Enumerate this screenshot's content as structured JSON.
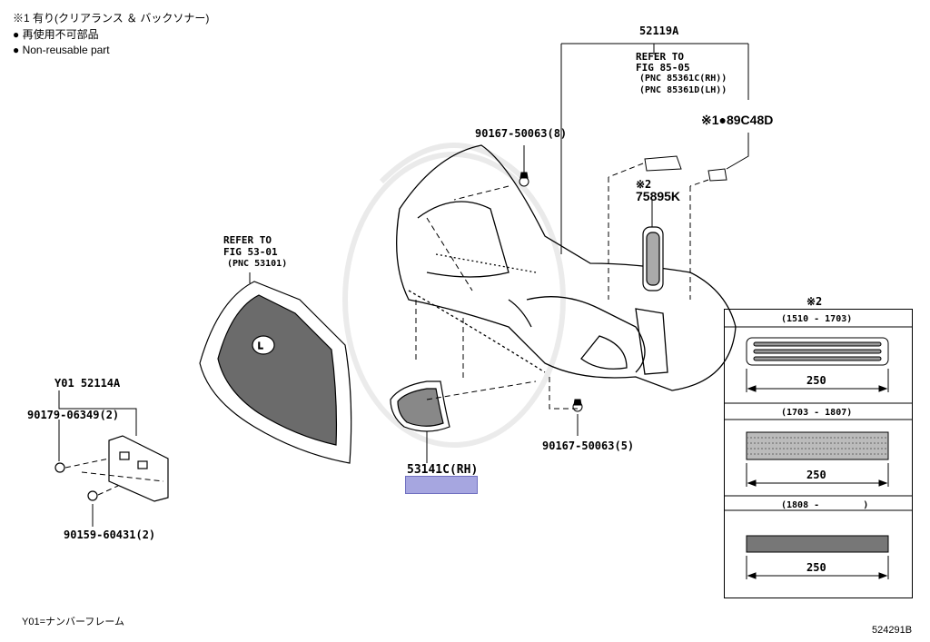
{
  "legend": {
    "note1": "※1 有り(クリアランス ＆ バックソナー)",
    "note2": "● 再使用不可部品",
    "note3": "● Non-reusable part"
  },
  "parts": {
    "p52119a": "52119A",
    "refer_fig85": "REFER TO",
    "refer_fig85_b": "FIG 85-05",
    "refer_fig85_c": "(PNC 85361C(RH))",
    "refer_fig85_d": "(PNC 85361D(LH))",
    "p89c48d": "※1●89C48D",
    "p90167_8": "90167-50063(8)",
    "mark2": "※2",
    "p75895k": "75895K",
    "refer_fig53": "REFER TO",
    "refer_fig53_b": "FIG 53-01",
    "refer_fig53_c": "(PNC 53101)",
    "y01_52114a": "Y01 52114A",
    "p90179": "90179-06349(2)",
    "p90159": "90159-60431(2)",
    "p53141c": "53141C(RH)",
    "p90167_5": "90167-50063(5)"
  },
  "inset": {
    "title": "※2",
    "ranges": [
      "(1510 - 1703)",
      "(1703 - 1807)",
      "(1808 -        )"
    ],
    "dim": "250"
  },
  "footer": {
    "y01_note": "Y01=ナンバーフレーム",
    "diagram_id": "524291B"
  }
}
